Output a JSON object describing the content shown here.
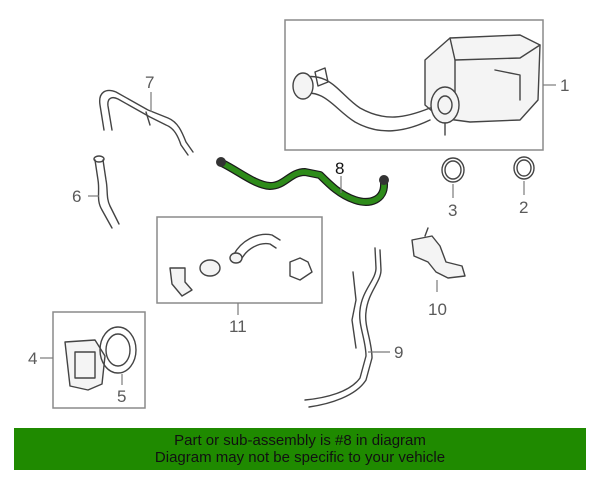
{
  "diagram": {
    "callouts": {
      "c1": "1",
      "c2": "2",
      "c3": "3",
      "c4": "4",
      "c5": "5",
      "c6": "6",
      "c7": "7",
      "c8": "8",
      "c9": "9",
      "c10": "10",
      "c11": "11"
    },
    "highlight_callout": "8"
  },
  "banner": {
    "line1": "Part or sub-assembly is #8 in diagram",
    "line2": "Diagram may not be specific to your vehicle"
  },
  "colors": {
    "banner_bg": "#1f8a00",
    "highlight_part": "#2e8b1a"
  }
}
